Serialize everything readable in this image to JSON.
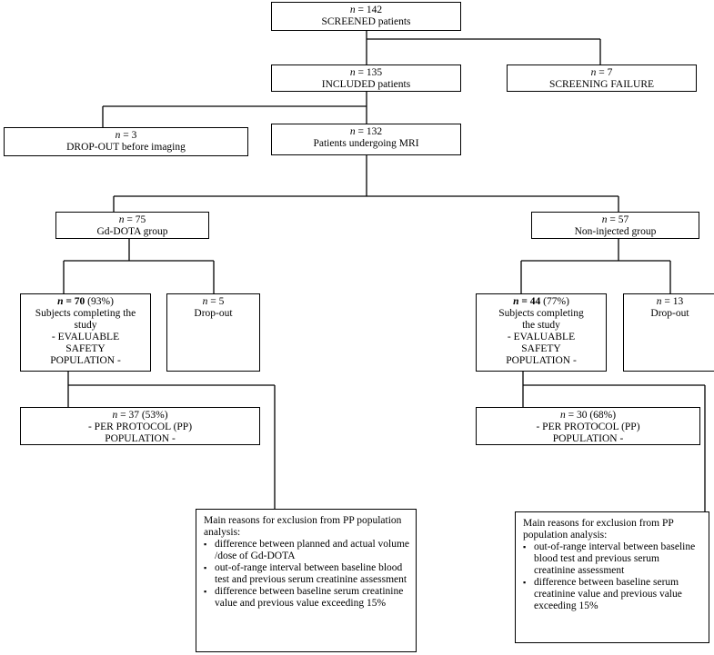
{
  "screened": {
    "n": "142",
    "label": "SCREENED patients"
  },
  "included": {
    "n": "135",
    "label": "INCLUDED patients"
  },
  "screening_failure": {
    "n": "7",
    "label": "SCREENING FAILURE"
  },
  "dropout_imaging": {
    "n": "3",
    "label": "DROP-OUT  before imaging"
  },
  "mri": {
    "n": "132",
    "label": "Patients undergoing MRI"
  },
  "gd_group": {
    "n": "75",
    "label": "Gd-DOTA group"
  },
  "non_injected": {
    "n": "57",
    "label": "Non-injected group"
  },
  "gd_completing": {
    "n": "70",
    "pct": " (93%)",
    "lines": [
      "Subjects completing the",
      "study",
      "- EVALUABLE",
      "SAFETY",
      "POPULATION -"
    ]
  },
  "gd_dropout": {
    "n": "5",
    "label": "Drop-out"
  },
  "ni_completing": {
    "n": "44",
    "pct": " (77%)",
    "lines": [
      "Subjects completing",
      "the study",
      "- EVALUABLE",
      "SAFETY",
      "POPULATION -"
    ]
  },
  "ni_dropout": {
    "n": "13",
    "label": "Drop-out"
  },
  "gd_pp": {
    "n": "37",
    "pct": " (53%)",
    "lines": [
      "- PER PROTOCOL  (PP)",
      "POPULATION -"
    ]
  },
  "ni_pp": {
    "n": "30",
    "pct": " (68%)",
    "lines": [
      "- PER PROTOCOL  (PP)",
      "POPULATION -"
    ]
  },
  "gd_reasons": {
    "title": "Main reasons for exclusion from PP population analysis:",
    "items": [
      "difference between planned and actual volume /dose of  Gd-DOTA",
      "out-of-range interval between baseline blood test and previous serum creatinine assessment",
      "difference between baseline serum creatinine value and previous value exceeding 15%"
    ]
  },
  "ni_reasons": {
    "title": "Main reasons for exclusion from PP population analysis:",
    "items": [
      "out-of-range interval between baseline blood test and previous serum creatinine assessment",
      "difference between baseline serum creatinine value and previous value  exceeding 15%"
    ]
  }
}
